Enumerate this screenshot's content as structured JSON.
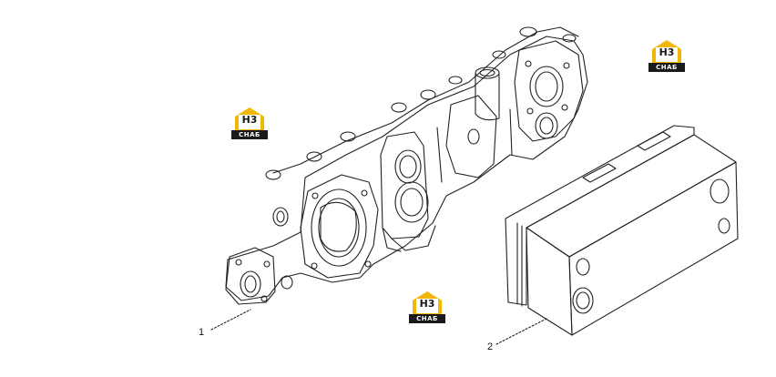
{
  "callouts": [
    {
      "label": "1"
    },
    {
      "label": "2"
    }
  ],
  "watermark": {
    "mark": "H3",
    "caption": "СНАБ",
    "accent_color": "#f2b705",
    "dark_color": "#1a1a1a"
  },
  "parts": [
    {
      "callout": "1",
      "description_icon": "valve-body-housing-icon"
    },
    {
      "callout": "2",
      "description_icon": "plate-cooler-icon"
    }
  ]
}
